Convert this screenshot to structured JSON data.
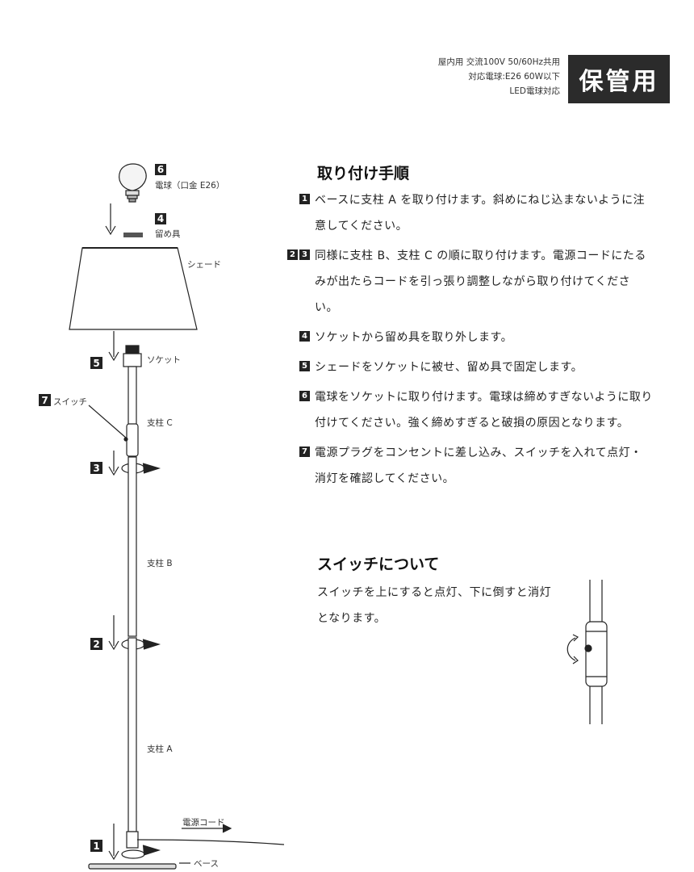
{
  "header": {
    "spec_lines": [
      "屋内用 交流100V 50/60Hz共用",
      "対応電球:E26 60W以下",
      "LED電球対応"
    ],
    "badge": "保管用"
  },
  "instructions": {
    "title": "取り付け手順",
    "steps": [
      {
        "marks": [
          "1"
        ],
        "text": "ベースに支柱 A を取り付けます。斜めにねじ込まないように注意してください。"
      },
      {
        "marks": [
          "2",
          "3"
        ],
        "text": "同様に支柱 B、支柱 C の順に取り付けます。電源コードにたるみが出たらコードを引っ張り調整しながら取り付けてください。"
      },
      {
        "marks": [
          "4"
        ],
        "text": "ソケットから留め具を取り外します。"
      },
      {
        "marks": [
          "5"
        ],
        "text": "シェードをソケットに被せ、留め具で固定します。"
      },
      {
        "marks": [
          "6"
        ],
        "text": "電球をソケットに取り付けます。電球は締めすぎないように取り付けてください。強く締めすぎると破損の原因となります。"
      },
      {
        "marks": [
          "7"
        ],
        "text": "電源プラグをコンセントに差し込み、スイッチを入れて点灯・消灯を確認してください。"
      }
    ]
  },
  "switch_section": {
    "title": "スイッチについて",
    "text": "スイッチを上にすると点灯、下に倒すと消灯となります。"
  },
  "diagram": {
    "num_6": "6",
    "bulb": "電球（口金 E26）",
    "num_4": "4",
    "clip": "留め具",
    "shade": "シェード",
    "num_5": "5",
    "socket": "ソケット",
    "num_7": "7",
    "switch": "スイッチ",
    "pole_c": "支柱 C",
    "num_3": "3",
    "pole_b": "支柱 B",
    "num_2": "2",
    "pole_a": "支柱 A",
    "cord": "電源コード",
    "num_1": "1",
    "base": "ベース"
  }
}
